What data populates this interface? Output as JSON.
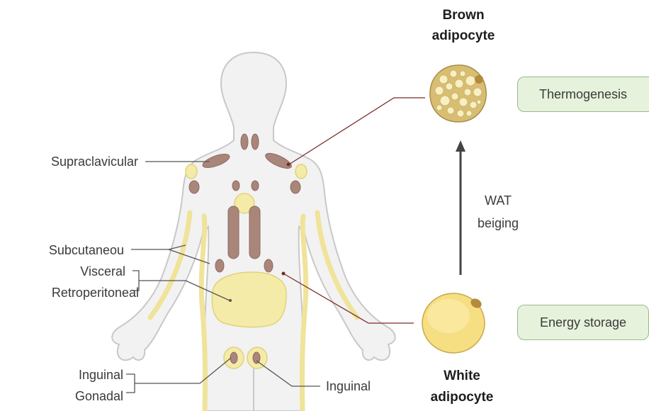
{
  "labels": {
    "supraclavicular": "Supraclavicular",
    "subcutaneous": "Subcutaneou",
    "visceral": "Visceral",
    "retroperitoneal": "Retroperitoneal",
    "inguinal_left": "Inguinal",
    "gonadal": "Gonadal",
    "inguinal_right": "Inguinal"
  },
  "brown_adipocyte": {
    "line1": "Brown",
    "line2": "adipocyte"
  },
  "white_adipocyte": {
    "line1": "White",
    "line2": "adipocyte"
  },
  "process": {
    "line1": "WAT",
    "line2": "beiging"
  },
  "functions": {
    "thermogenesis": "Thermogenesis",
    "energy_storage": "Energy storage"
  },
  "colors": {
    "body_fill": "#f2f2f2",
    "body_stroke": "#c8c8c8",
    "brown_fat": "#a9857a",
    "white_fat": "#f5eba8",
    "connector": "#7a2a2a",
    "box_fill": "#e6f2dc",
    "box_stroke": "#9cb98a"
  }
}
